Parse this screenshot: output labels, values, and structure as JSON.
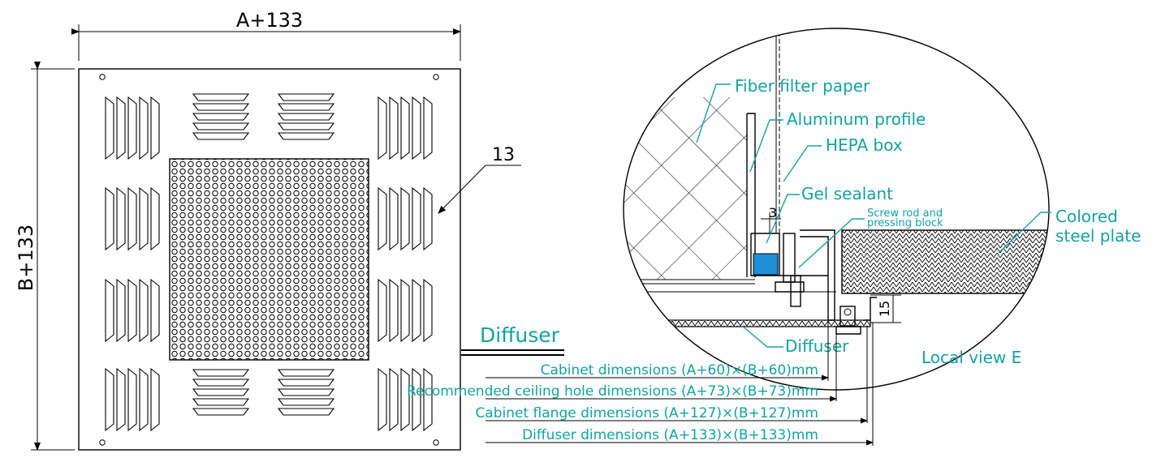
{
  "front_view": {
    "width_dim": "A+133",
    "height_dim": "B+133",
    "item_number": "13",
    "diffuser_title": "Diffuser"
  },
  "detail_view": {
    "labels": {
      "fiber_filter_paper": "Fiber filter paper",
      "aluminum_profile": "Aluminum profile",
      "hepa_box": "HEPA box",
      "gel_sealant": "Gel sealant",
      "screw_rod_line1": "Screw rod and",
      "screw_rod_line2": "pressing block",
      "colored_steel_line1": "Colored",
      "colored_steel_line2": "steel plate",
      "diffuser": "Diffuser"
    },
    "dim_3": "3",
    "dim_15": "15",
    "view_title": "Local view E"
  },
  "dimension_notes": {
    "cabinet": "Cabinet dimensions (A+60)×(B+60)mm",
    "ceiling_hole": "Recommended ceiling hole dimensions (A+73)×(B+73)mm",
    "cabinet_flange": "Cabinet flange dimensions (A+127)×(B+127)mm",
    "diffuser": "Diffuser dimensions (A+133)×(B+133)mm"
  },
  "colors": {
    "annotation": "#12a3a3",
    "gel": "#1e90d6",
    "line": "#000000"
  }
}
